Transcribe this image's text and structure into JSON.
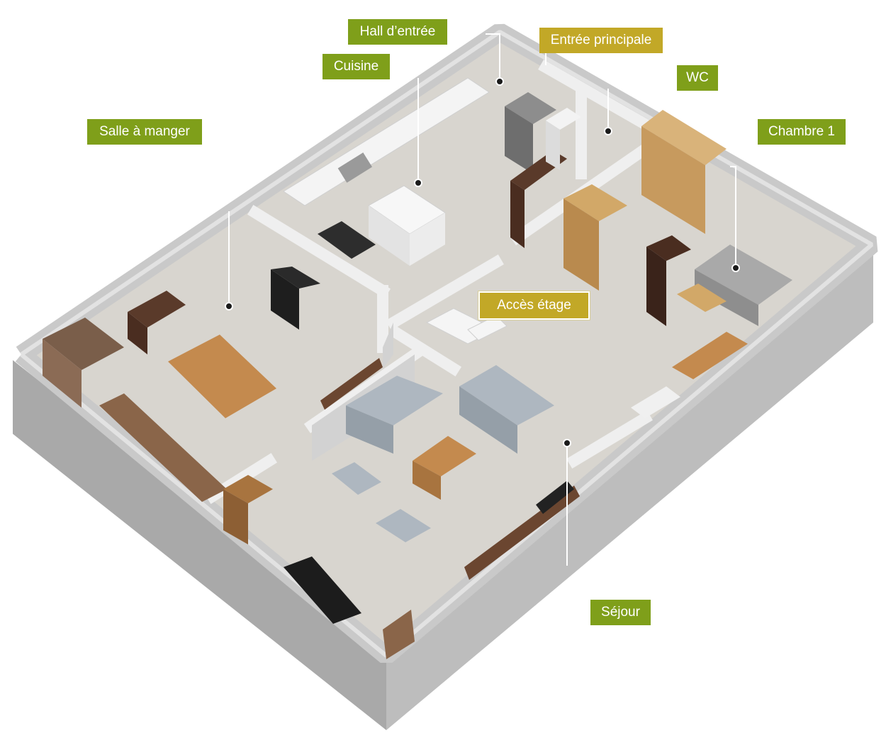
{
  "colors": {
    "room_label": "#7f9f1a",
    "access_label": "#c2a827",
    "floor": "#d8d5cf",
    "wall_top": "#c9c9c9",
    "wall_side": "#a9a9a9",
    "leader_line": "#ffffff",
    "leader_dot": "#1a1a1a"
  },
  "labels": {
    "hall": "Hall d’entrée",
    "entree": "Entrée principale",
    "cuisine": "Cuisine",
    "wc": "WC",
    "salle": "Salle à manger",
    "chambre": "Chambre 1",
    "acces": "Accès étage",
    "sejour": "Séjour"
  }
}
